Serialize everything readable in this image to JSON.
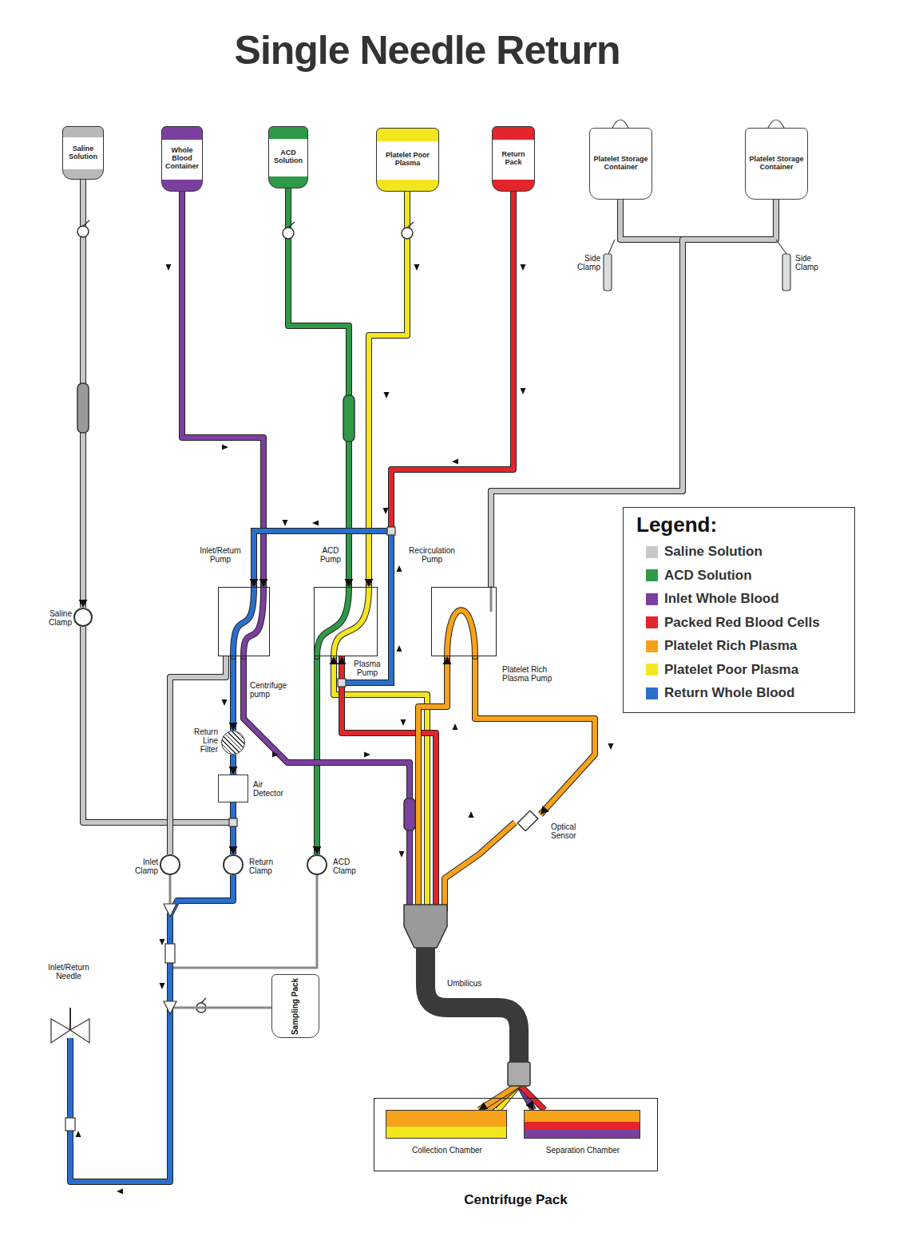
{
  "diagram": {
    "title": "Single Needle Return",
    "nodes": [
      {
        "text": [
          "Saline Solution"
        ]
      },
      {
        "text": [
          "Whole Blood Container"
        ]
      },
      {
        "text": [
          "ACD Solution"
        ]
      },
      {
        "text": [
          "Platelet Poor Plasma"
        ]
      },
      {
        "text": [
          "Return Pack"
        ]
      },
      {
        "text": [
          "Platelet Storage Container"
        ]
      },
      {
        "text": [
          "Platelet Storage Container"
        ]
      },
      {
        "text": [
          "Inlet/Return Pump",
          "Centrifuge pump"
        ]
      },
      {
        "text": [
          "ACD Pump",
          "Plasma Pump"
        ]
      },
      {
        "text": [
          "Recirculation Pump",
          "Platelet Rich Plasma Pump"
        ]
      },
      {
        "text": [
          "Return Line Filter"
        ]
      },
      {
        "text": [
          "Air Detector"
        ]
      },
      {
        "text": [
          "Saline Clamp"
        ]
      },
      {
        "text": [
          "Inlet Clamp"
        ]
      },
      {
        "text": [
          "Return Clamp"
        ]
      },
      {
        "text": [
          "ACD Clamp"
        ]
      },
      {
        "text": [
          "Sampling Pack"
        ]
      },
      {
        "text": [
          "Optical Sensor"
        ]
      },
      {
        "text": [
          "Centrifuge Pack"
        ]
      },
      {
        "text": [
          "Collection Chamber"
        ],
        "in": 18
      },
      {
        "text": [
          "Separation Chamber"
        ],
        "in": 18
      }
    ],
    "edges": [
      {
        "from": 0,
        "to": 12,
        "arrow": "to"
      },
      {
        "from": 12,
        "to": 14,
        "arrow": "none"
      },
      {
        "from": 7,
        "to": 13,
        "arrow": "none"
      },
      {
        "from": 5,
        "to": 9,
        "arrow": "none"
      },
      {
        "from": 6,
        "to": 9,
        "arrow": "none"
      },
      {
        "from": 1,
        "to": 7,
        "arrow": "to"
      },
      {
        "from": 2,
        "to": 8,
        "arrow": "to"
      },
      {
        "from": 3,
        "to": 8,
        "arrow": "to"
      },
      {
        "from": 4,
        "to": 7,
        "arrow": "to"
      },
      {
        "from": 7,
        "to": 10,
        "arrow": "to"
      },
      {
        "from": 10,
        "to": 11,
        "arrow": "to"
      },
      {
        "from": 11,
        "to": 14,
        "arrow": "to"
      },
      {
        "from": 8,
        "to": 15,
        "arrow": "to"
      },
      {
        "from": 7,
        "to": 20,
        "arrow": "to"
      },
      {
        "from": 19,
        "to": 8,
        "arrow": "to"
      },
      {
        "from": 20,
        "to": 8,
        "arrow": "to"
      },
      {
        "from": 19,
        "to": 9,
        "arrow": "to"
      },
      {
        "from": 9,
        "to": 17,
        "arrow": "to"
      },
      {
        "from": 17,
        "to": 19,
        "arrow": "to"
      }
    ],
    "labels": [
      "Side Clamp",
      "Side Clamp",
      "Inlet/Return Needle",
      "Umbilicus",
      "Legend:"
    ],
    "legend": [
      {
        "text": "Saline Solution",
        "color": "#c8c8c8"
      },
      {
        "text": "ACD Solution",
        "color": "#2e9a48"
      },
      {
        "text": "Inlet Whole Blood",
        "color": "#7b3fa0"
      },
      {
        "text": "Packed Red Blood Cells",
        "color": "#e3242b"
      },
      {
        "text": "Platelet Rich Plasma",
        "color": "#f7a21b"
      },
      {
        "text": "Platelet Poor Plasma",
        "color": "#f4e61e"
      },
      {
        "text": "Return Whole Blood",
        "color": "#2a6fc9"
      }
    ]
  }
}
